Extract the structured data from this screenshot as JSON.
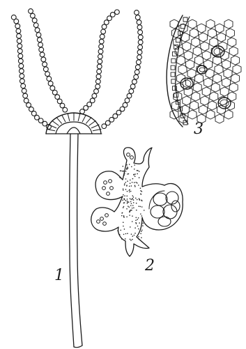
{
  "plate": {
    "figures": [
      {
        "id": "fig-1",
        "label": "1"
      },
      {
        "id": "fig-2",
        "label": "2"
      },
      {
        "id": "fig-3",
        "label": "3"
      }
    ]
  }
}
